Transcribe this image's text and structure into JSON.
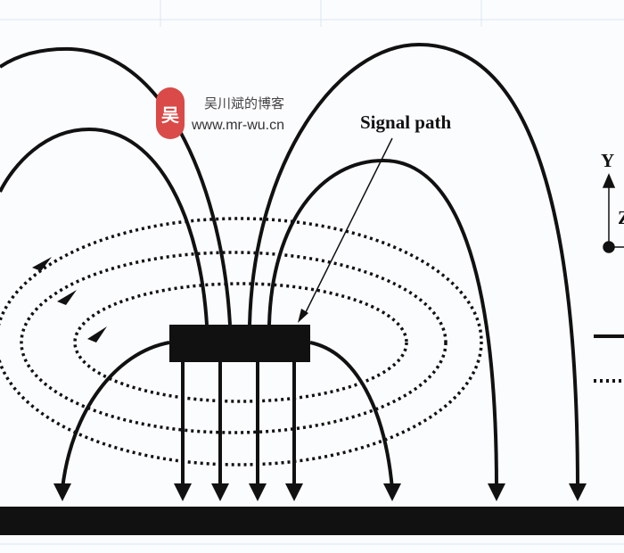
{
  "watermark": {
    "seal_char": "吴",
    "title": "吴川斌的博客",
    "url": "www.mr-wu.cn"
  },
  "labels": {
    "signal_path": "Signal path",
    "axis_y": "Y",
    "axis_z": "Z"
  },
  "colors": {
    "ink": "#111111",
    "grid": "#dde6f2",
    "seal": "#d94a48"
  }
}
